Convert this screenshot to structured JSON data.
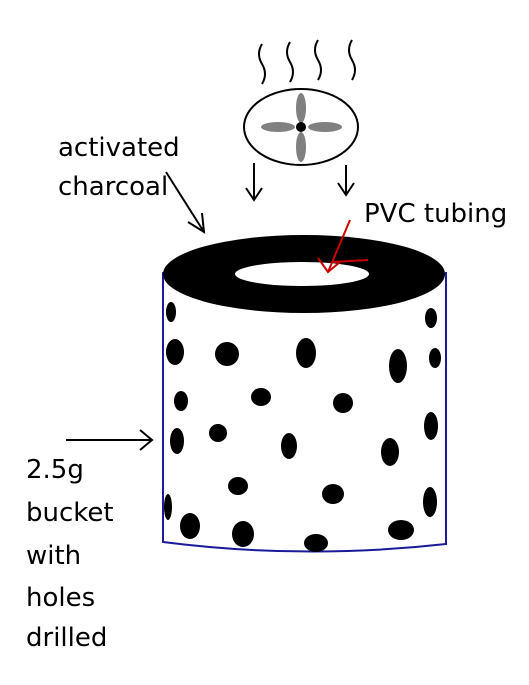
{
  "labels": {
    "charcoal_line1": "activated",
    "charcoal_line2": "charcoal",
    "pvc": "PVC tubing",
    "bucket_line1": "2.5g",
    "bucket_line2": "bucket",
    "bucket_line3": "with",
    "bucket_line4": "holes",
    "bucket_line5": "drilled"
  },
  "colors": {
    "background": "#ffffff",
    "charcoal": "#000000",
    "bucket_outline": "#1a1a9a",
    "pvc_arrow": "#cc0000",
    "fan_blade": "#808080"
  },
  "icons": {
    "fan": "fan-icon",
    "heat": "heat-waves-icon"
  }
}
